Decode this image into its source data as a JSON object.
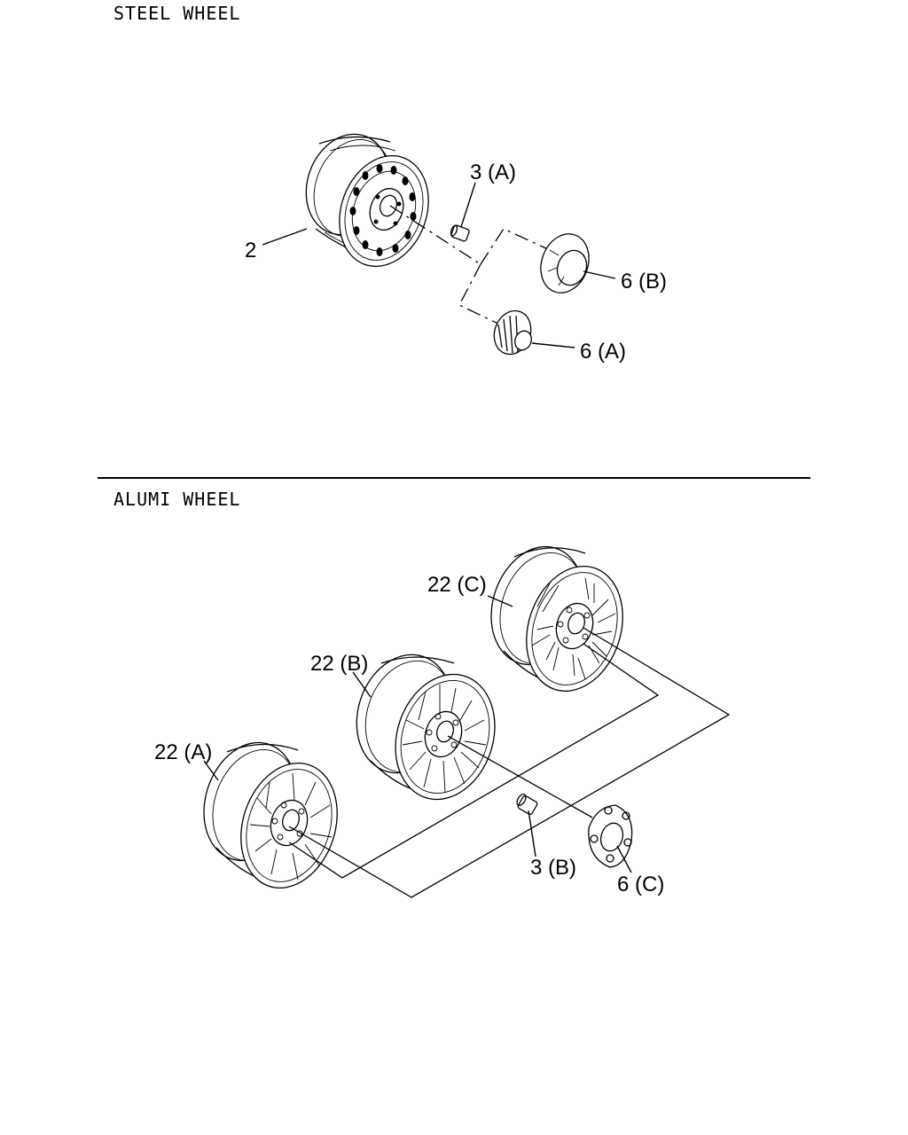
{
  "sections": {
    "steel": {
      "title": "STEEL WHEEL"
    },
    "alumi": {
      "title": "ALUMI WHEEL"
    }
  },
  "callouts": {
    "steel_wheel": "2",
    "nut_a": "3 (A)",
    "cap_b": "6 (B)",
    "cap_a": "6 (A)",
    "wheel_c": "22 (C)",
    "wheel_b": "22 (B)",
    "wheel_a": "22 (A)",
    "nut_b": "3 (B)",
    "cap_c": "6 (C)"
  }
}
